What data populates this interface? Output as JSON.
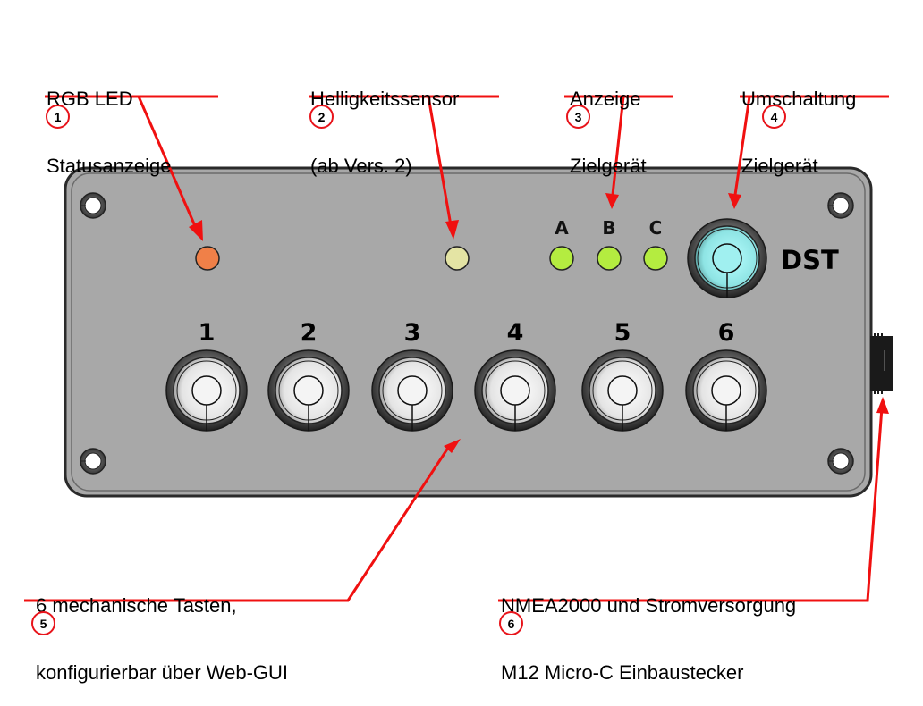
{
  "colors": {
    "annotation_red": "#f01010",
    "panel_gray": "#a8a8a8",
    "rgb_led": "#f08048",
    "light_sensor": "#e4e4a4",
    "target_led": "#b4ec40",
    "dst_button": "#9ef0f0",
    "key_button": "#f4f4f4"
  },
  "callouts": [
    {
      "number": "1",
      "lines": [
        "RGB LED",
        "Statusanzeige"
      ]
    },
    {
      "number": "2",
      "lines": [
        "Helligkeitssensor",
        "(ab Vers. 2)"
      ]
    },
    {
      "number": "3",
      "lines": [
        "Anzeige",
        "Zielgerät"
      ]
    },
    {
      "number": "4",
      "lines": [
        "Umschaltung",
        "Zielgerät"
      ]
    },
    {
      "number": "5",
      "lines": [
        "6 mechanische Tasten,",
        "konfigurierbar über Web-GUI"
      ]
    },
    {
      "number": "6",
      "lines": [
        "NMEA2000 und Stromversorgung",
        "M12 Micro-C Einbaustecker"
      ]
    }
  ],
  "device": {
    "target_leds": [
      {
        "label": "A",
        "icon": "green-led"
      },
      {
        "label": "B",
        "icon": "green-led"
      },
      {
        "label": "C",
        "icon": "green-led"
      }
    ],
    "dst_button": {
      "label": "DST"
    },
    "keys": [
      {
        "label": "1"
      },
      {
        "label": "2"
      },
      {
        "label": "3"
      },
      {
        "label": "4"
      },
      {
        "label": "5"
      },
      {
        "label": "6"
      }
    ],
    "connector": {
      "icon": "m12-connector-icon"
    }
  }
}
